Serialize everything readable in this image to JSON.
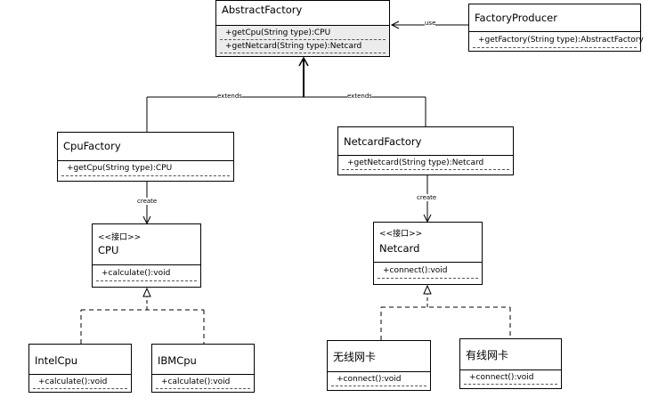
{
  "classes": {
    "abstract_factory": {
      "name": "AbstractFactory",
      "methods": [
        "+getCpu(String type):CPU",
        "+getNetcard(String type):Netcard"
      ]
    },
    "factory_producer": {
      "name": "FactoryProducer",
      "methods": [
        "+getFactory(String type):AbstractFactory"
      ]
    },
    "cpu_factory": {
      "name": "CpuFactory",
      "methods": [
        "+getCpu(String type):CPU"
      ]
    },
    "netcard_factory": {
      "name": "NetcardFactory",
      "methods": [
        "+getNetcard(String type):Netcard"
      ]
    },
    "cpu": {
      "stereotype": "<<接口>>",
      "name": "CPU",
      "methods": [
        "+calculate():void"
      ]
    },
    "netcard": {
      "stereotype": "<<接口>>",
      "name": "Netcard",
      "methods": [
        "+connect():void"
      ]
    },
    "intel_cpu": {
      "name": "IntelCpu",
      "methods": [
        "+calculate():void"
      ]
    },
    "ibm_cpu": {
      "name": "IBMCpu",
      "methods": [
        "+calculate():void"
      ]
    },
    "wireless_card": {
      "name": "无线网卡",
      "methods": [
        "+connect():void"
      ]
    },
    "wired_card": {
      "name": "有线网卡",
      "methods": [
        "+connect():void"
      ]
    }
  },
  "relations": {
    "use_label": "use",
    "extends_left_label": "extends",
    "extends_right_label": "extends",
    "create_left_label": "create",
    "create_right_label": "create"
  },
  "colors": {
    "line": "#000000",
    "methods_bg": "#ececec"
  }
}
